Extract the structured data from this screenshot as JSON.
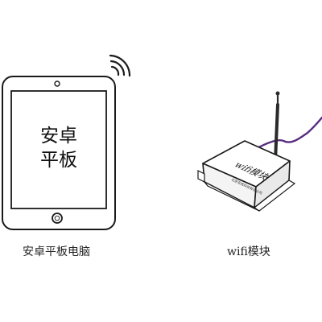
{
  "tablet": {
    "screen_line_1": "安卓",
    "screen_line_2": "平板",
    "caption": "安卓平板电脑"
  },
  "wifi_module": {
    "label": "wifi模块",
    "small_print": "北京亚成科技有限公司",
    "caption": "wifi模块"
  },
  "colors": {
    "outline": "#1a1a1a",
    "cable": "#5a2d82",
    "antenna": "#2a2a2a"
  }
}
